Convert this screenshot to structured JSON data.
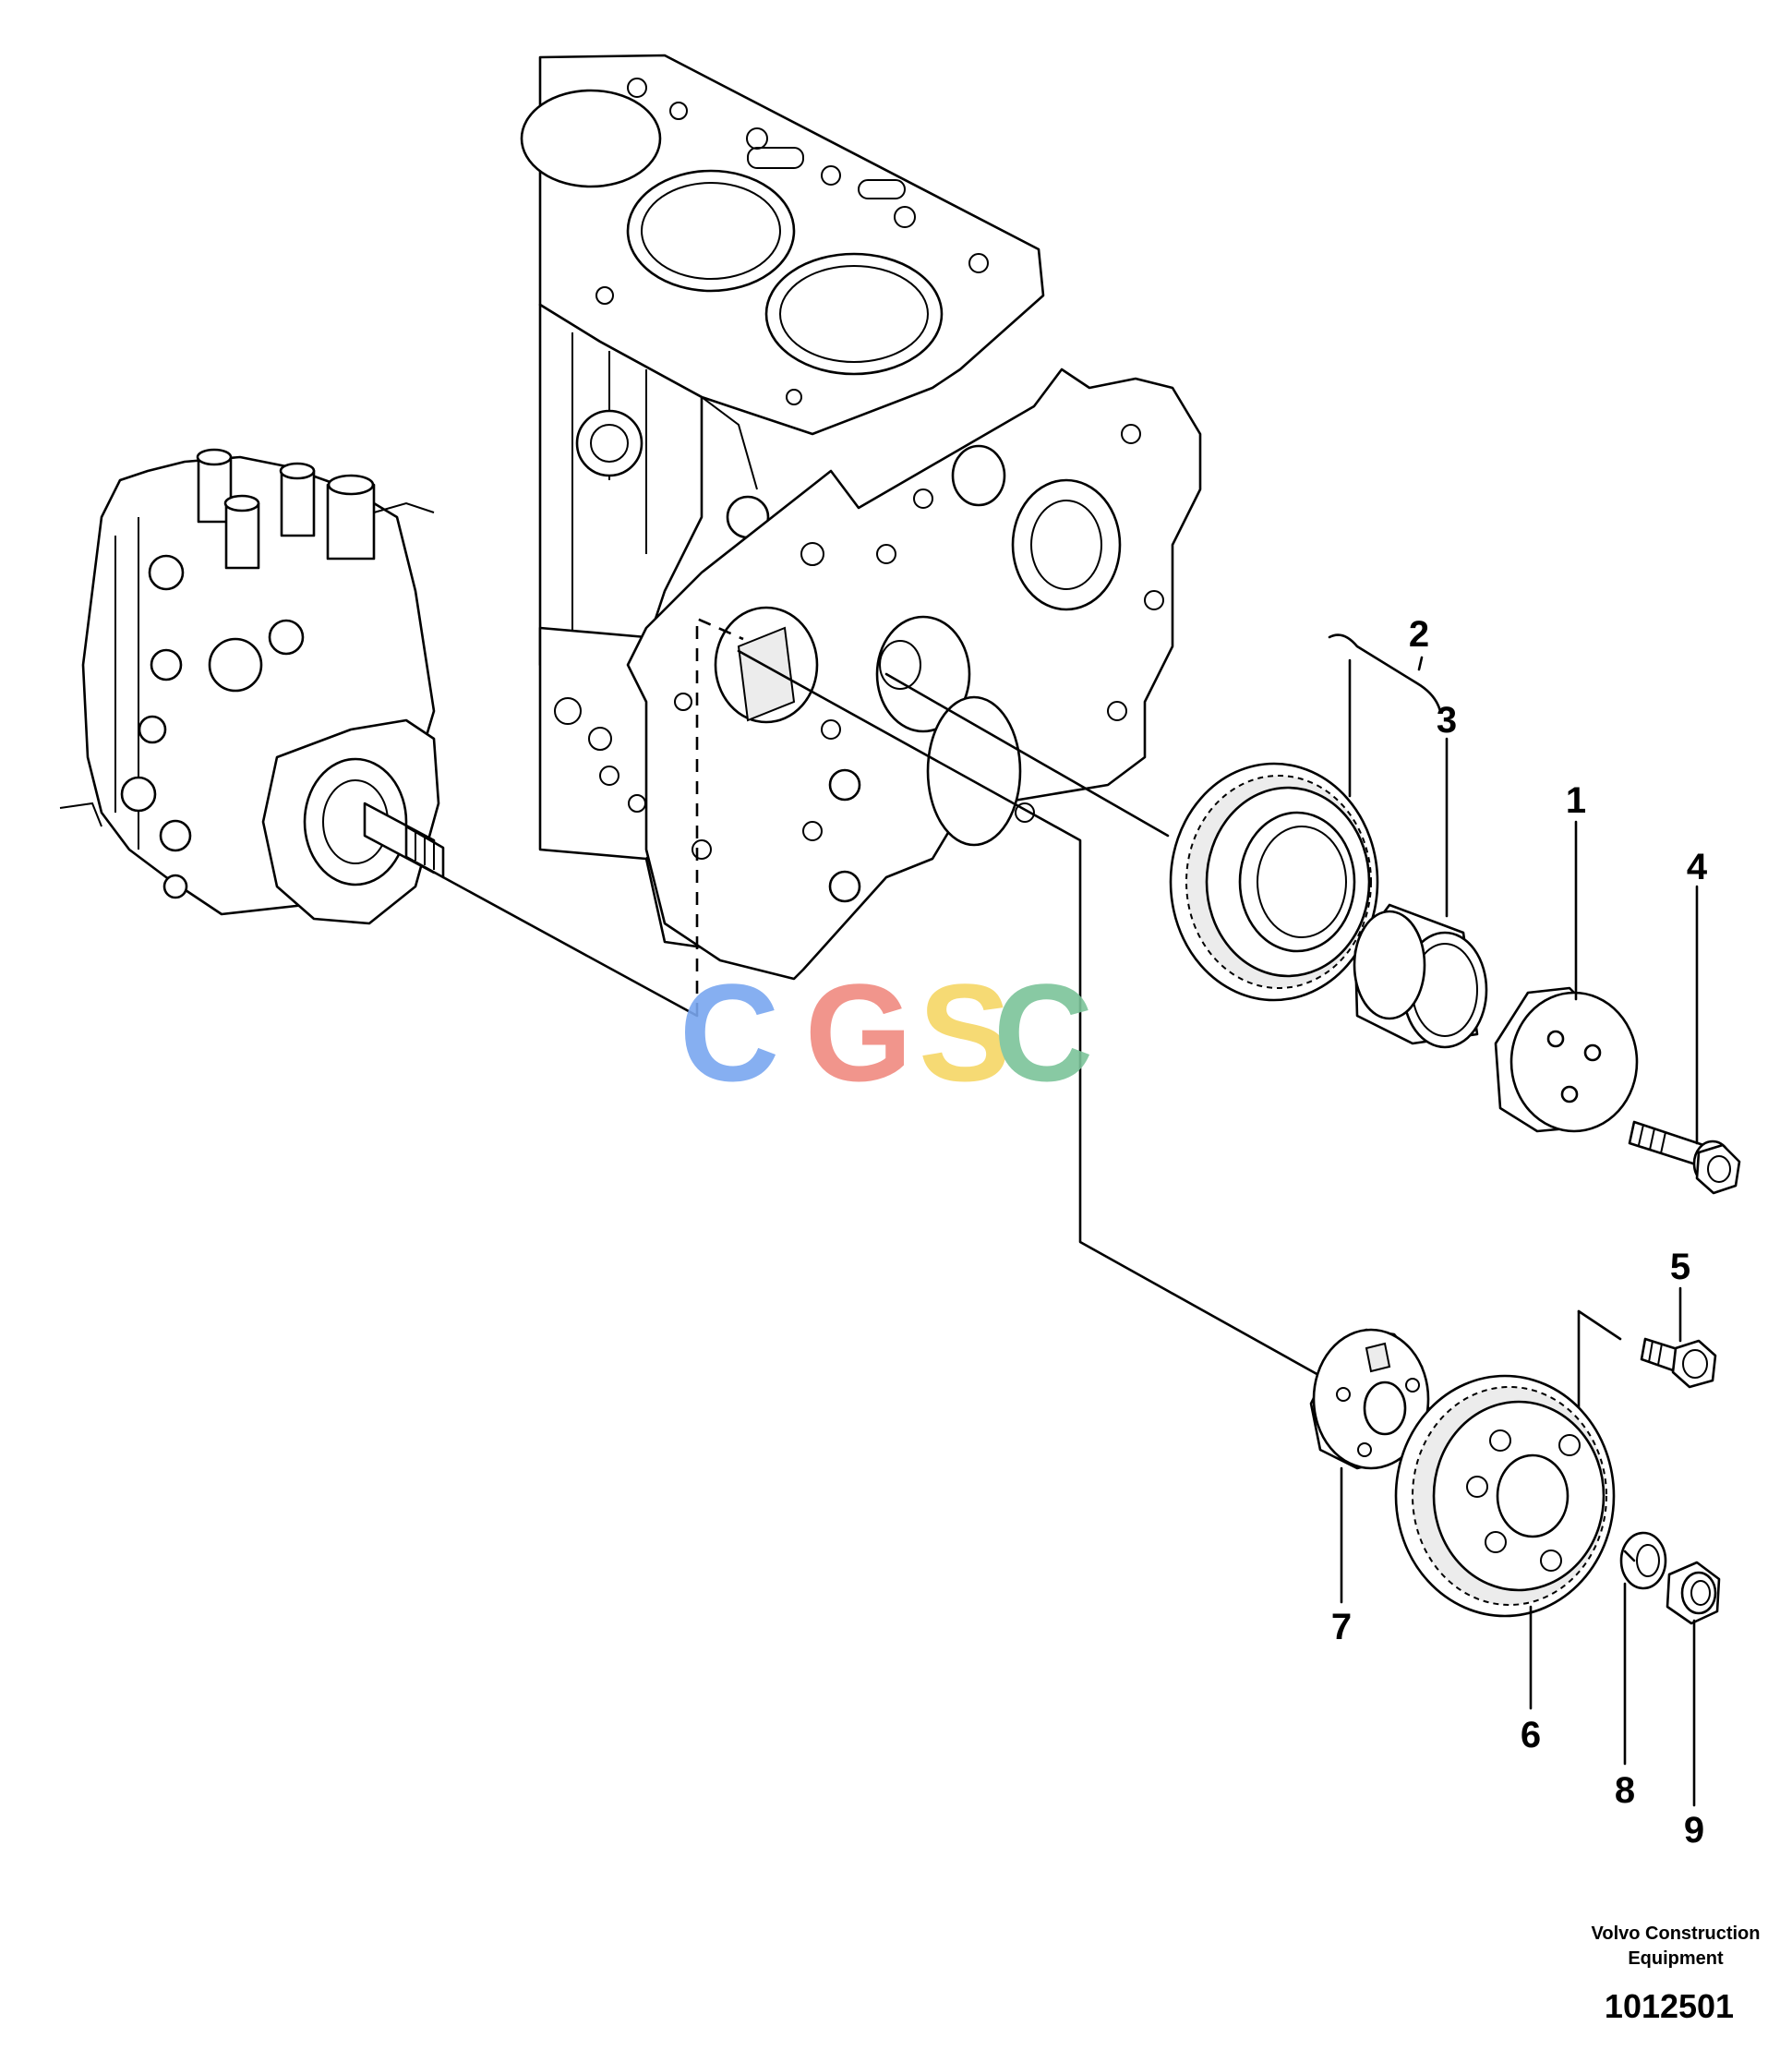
{
  "callouts": {
    "c1": "1",
    "c2": "2",
    "c3": "3",
    "c4": "4",
    "c5": "5",
    "c6": "6",
    "c7": "7",
    "c8": "8",
    "c9": "9"
  },
  "watermark": {
    "letters": [
      "C",
      "G",
      "S",
      "C"
    ],
    "colors": [
      "#7aa7f0",
      "#f08a80",
      "#f6d766",
      "#7cc49a"
    ]
  },
  "footer": {
    "company_line1": "Volvo Construction",
    "company_line2": "Equipment",
    "drawing_number": "1012501"
  }
}
